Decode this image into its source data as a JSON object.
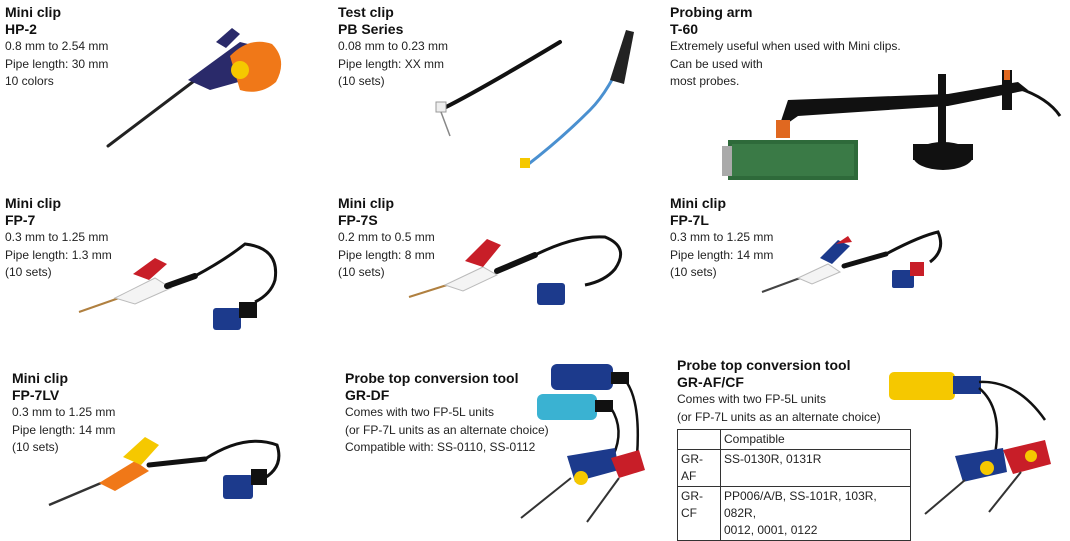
{
  "products": [
    {
      "title": "Mini clip",
      "model": "HP-2",
      "lines": [
        "0.8 mm to 2.54 mm",
        "Pipe length: 30 mm",
        "10 colors"
      ]
    },
    {
      "title": "Test clip",
      "model": "PB Series",
      "lines": [
        "0.08 mm to 0.23 mm",
        "Pipe length: XX mm",
        "(10 sets)"
      ]
    },
    {
      "title": "Probing arm",
      "model": "T-60",
      "lines": [
        "Extremely useful when used with Mini clips.",
        "Can be used with",
        "most probes."
      ]
    },
    {
      "title": "Mini clip",
      "model": "FP-7",
      "lines": [
        "0.3 mm to 1.25 mm",
        "Pipe length: 1.3 mm",
        "(10 sets)"
      ]
    },
    {
      "title": "Mini clip",
      "model": "FP-7S",
      "lines": [
        "0.2 mm to 0.5 mm",
        "Pipe length: 8 mm",
        "(10 sets)"
      ]
    },
    {
      "title": "Mini clip",
      "model": "FP-7L",
      "lines": [
        "0.3 mm to 1.25 mm",
        "Pipe length: 14 mm",
        "(10 sets)"
      ]
    },
    {
      "title": "Mini clip",
      "model": "FP-7LV",
      "lines": [
        "0.3 mm to 1.25 mm",
        "Pipe length: 14 mm",
        "(10 sets)"
      ]
    },
    {
      "title": "Probe top conversion tool",
      "model": "GR-DF",
      "lines": [
        "Comes with two FP-5L units",
        "(or FP-7L units as an alternate choice)",
        "Compatible with: SS-0110, SS-0112"
      ]
    },
    {
      "title": "Probe top conversion tool",
      "model": "GR-AF/CF",
      "lines": [
        "Comes with two FP-5L units",
        "(or FP-7L units as an alternate choice)"
      ]
    }
  ],
  "compat_table": {
    "header": [
      "",
      "Compatible"
    ],
    "rows": [
      [
        "GR-AF",
        "SS-0130R, 0131R"
      ],
      [
        "GR-CF",
        "PP006/A/B, SS-101R, 103R, 082R,",
        "0012, 0001, 0122"
      ]
    ]
  },
  "colors": {
    "orange": "#f07818",
    "red": "#c81e28",
    "blue": "#1c3a8c",
    "cyan": "#3ab2d2",
    "yellow": "#f5c800",
    "black": "#1a1a1a",
    "purple": "#2a2a6a"
  }
}
